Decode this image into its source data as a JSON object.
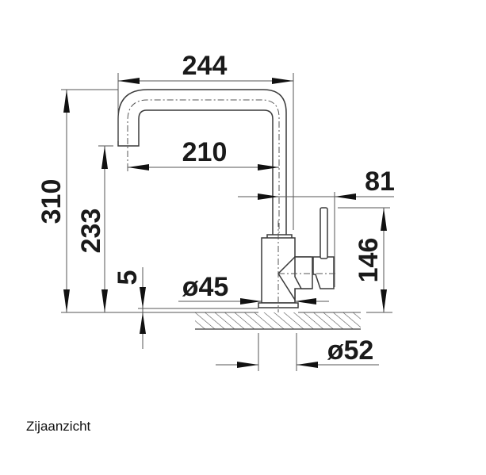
{
  "diagram": {
    "title": "Zijaanzicht",
    "subject": "kitchen faucet side view technical drawing",
    "units": "mm",
    "line_color": "#3a3a3a",
    "text_color": "#1a1a1a",
    "dimensions": {
      "total_reach": "244",
      "spout_reach": "210",
      "total_height": "310",
      "spout_outlet_height": "233",
      "base_thickness": "5",
      "body_diameter": "ø45",
      "handle_offset": "81",
      "handle_height": "146",
      "mounting_hole_diameter": "ø52"
    }
  }
}
